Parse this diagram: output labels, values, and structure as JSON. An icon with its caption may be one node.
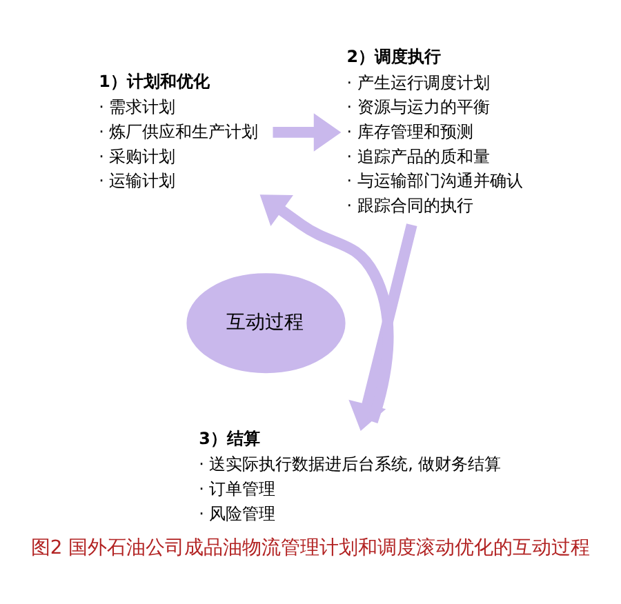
{
  "diagram": {
    "caption": "图2 国外石油公司成品油物流管理计划和调度滚动优化的互动过程",
    "nodes": [
      {
        "text": [
          "互动过程"
        ]
      },
      {
        "text": [
          "1）计划和优化",
          "· 需求计划",
          "· 炼厂供应和生产计划",
          "· 采购计划",
          "· 运输计划"
        ]
      },
      {
        "text": [
          "2）调度执行",
          "· 产生运行调度计划",
          "· 资源与运力的平衡",
          "· 库存管理和预测",
          "· 追踪产品的质和量",
          "· 与运输部门沟通并确认",
          "· 跟踪合同的执行"
        ]
      },
      {
        "text": [
          "3）结算",
          "· 送实际执行数据进后台系统, 做财务结算",
          "· 订单管理",
          "· 风险管理"
        ]
      }
    ],
    "edges": [
      {
        "from": 1,
        "to": 2,
        "arrow": "to"
      },
      {
        "from": 2,
        "to": 3,
        "arrow": "to"
      },
      {
        "from": 3,
        "to": 1,
        "arrow": "to"
      }
    ]
  }
}
